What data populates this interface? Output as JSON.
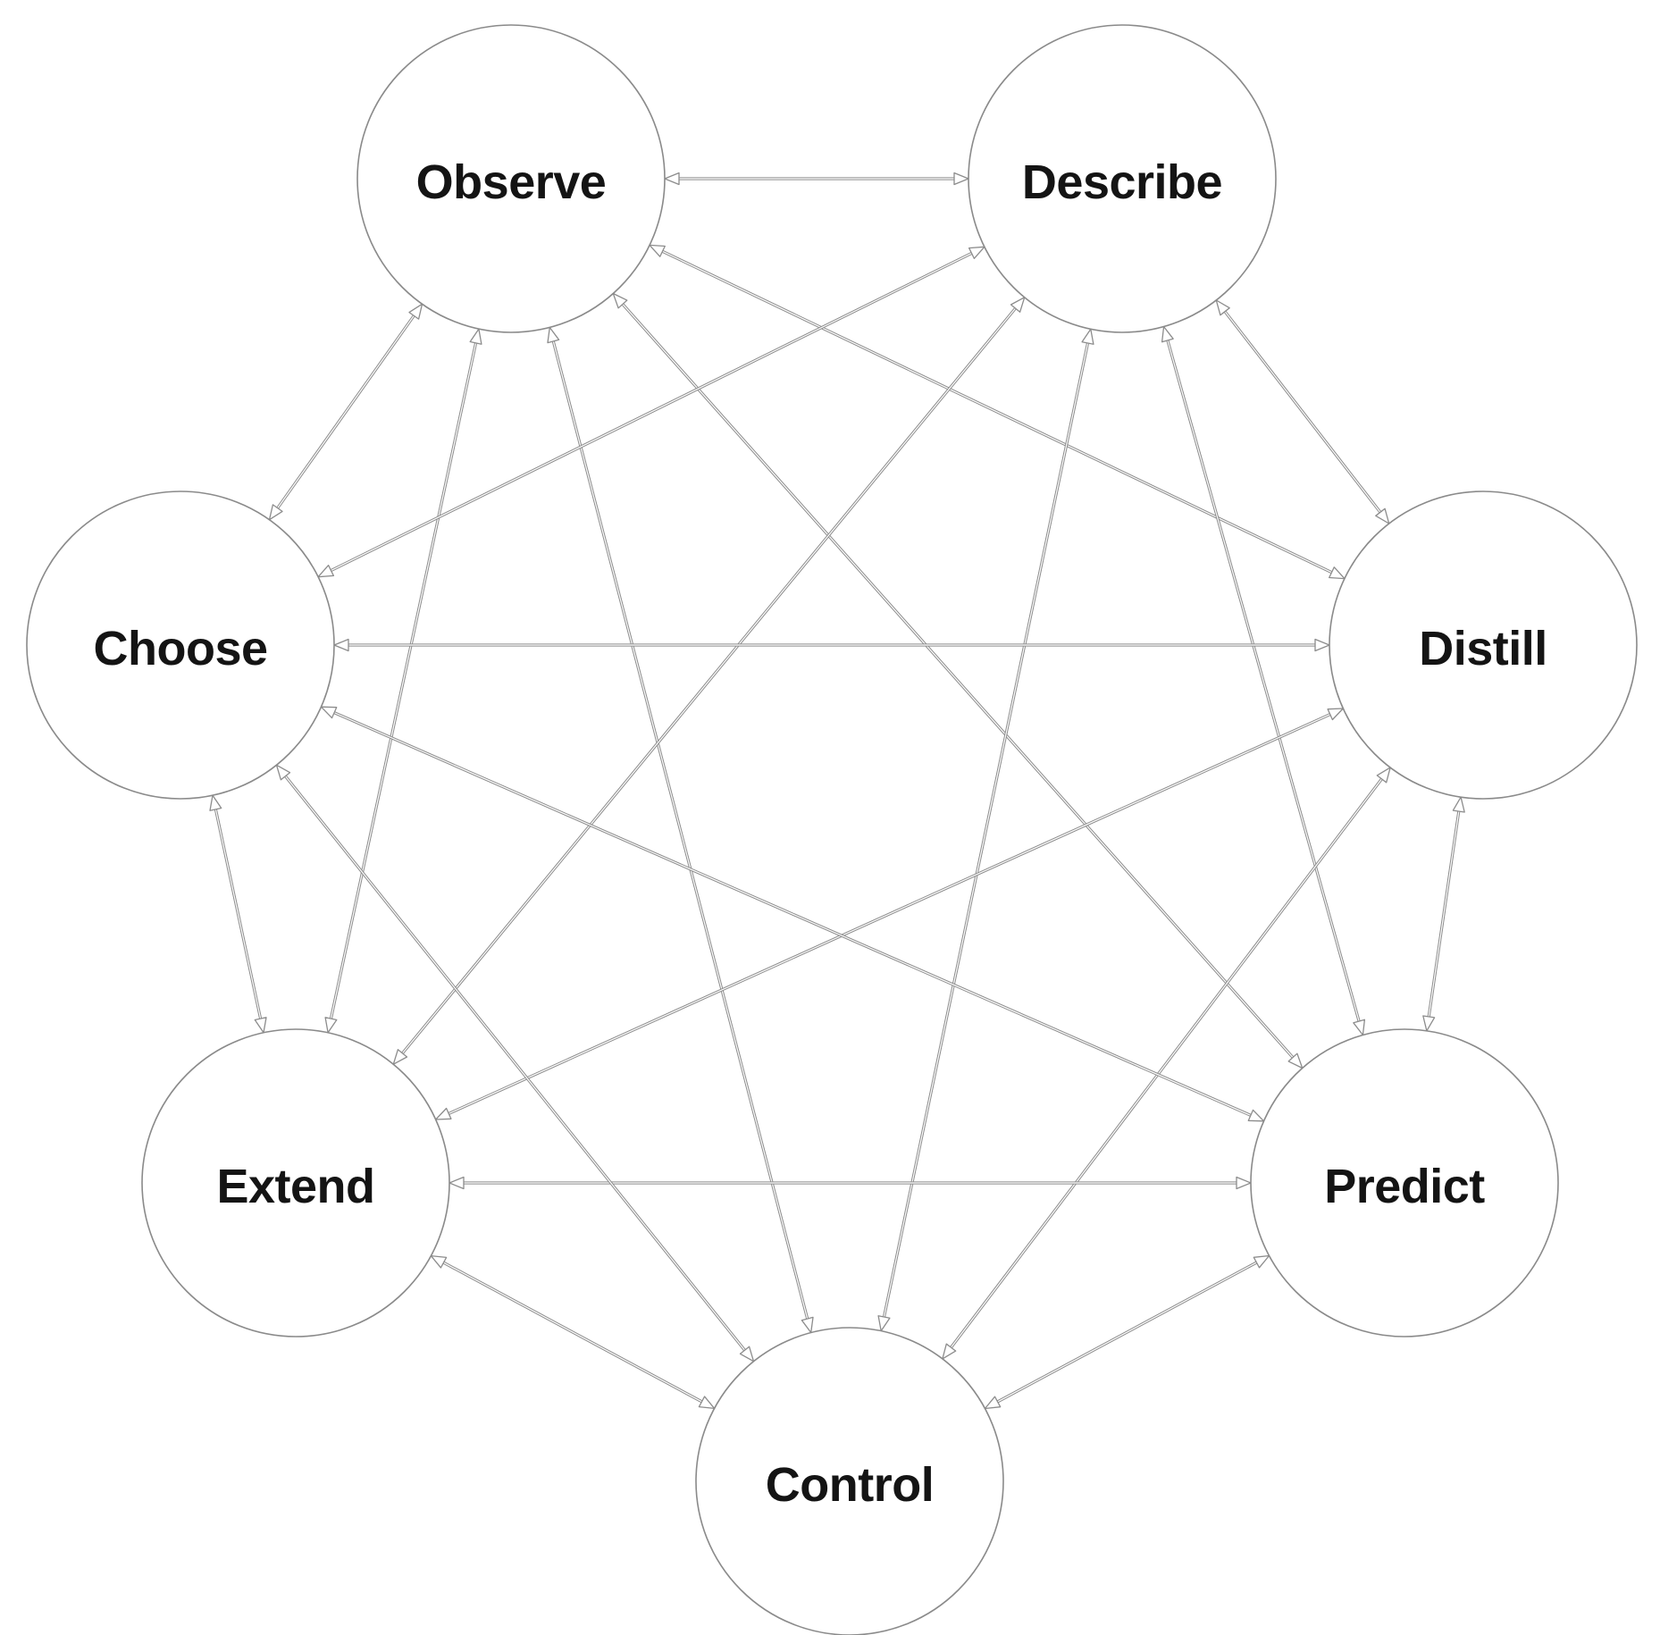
{
  "diagram": {
    "nodes": [
      {
        "id": "observe",
        "label": "Observe"
      },
      {
        "id": "describe",
        "label": "Describe"
      },
      {
        "id": "distill",
        "label": "Distill"
      },
      {
        "id": "predict",
        "label": "Predict"
      },
      {
        "id": "control",
        "label": "Control"
      },
      {
        "id": "extend",
        "label": "Extend"
      },
      {
        "id": "choose",
        "label": "Choose"
      }
    ],
    "edges": [
      {
        "from": "observe",
        "to": "describe",
        "direction": "both"
      },
      {
        "from": "observe",
        "to": "distill",
        "direction": "both"
      },
      {
        "from": "observe",
        "to": "predict",
        "direction": "both"
      },
      {
        "from": "observe",
        "to": "control",
        "direction": "both"
      },
      {
        "from": "observe",
        "to": "extend",
        "direction": "both"
      },
      {
        "from": "observe",
        "to": "choose",
        "direction": "both"
      },
      {
        "from": "describe",
        "to": "distill",
        "direction": "both"
      },
      {
        "from": "describe",
        "to": "predict",
        "direction": "both"
      },
      {
        "from": "describe",
        "to": "control",
        "direction": "both"
      },
      {
        "from": "describe",
        "to": "extend",
        "direction": "both"
      },
      {
        "from": "describe",
        "to": "choose",
        "direction": "both"
      },
      {
        "from": "distill",
        "to": "predict",
        "direction": "both"
      },
      {
        "from": "distill",
        "to": "control",
        "direction": "both"
      },
      {
        "from": "distill",
        "to": "extend",
        "direction": "both"
      },
      {
        "from": "distill",
        "to": "choose",
        "direction": "both"
      },
      {
        "from": "predict",
        "to": "control",
        "direction": "both"
      },
      {
        "from": "predict",
        "to": "extend",
        "direction": "both"
      },
      {
        "from": "predict",
        "to": "choose",
        "direction": "both"
      },
      {
        "from": "control",
        "to": "extend",
        "direction": "both"
      },
      {
        "from": "control",
        "to": "choose",
        "direction": "both"
      },
      {
        "from": "extend",
        "to": "choose",
        "direction": "both"
      }
    ]
  },
  "colors": {
    "background": "#ffffff",
    "node_stroke": "#8a8a8a",
    "edge_stroke": "#8c8c8c",
    "label_text": "#141414"
  }
}
